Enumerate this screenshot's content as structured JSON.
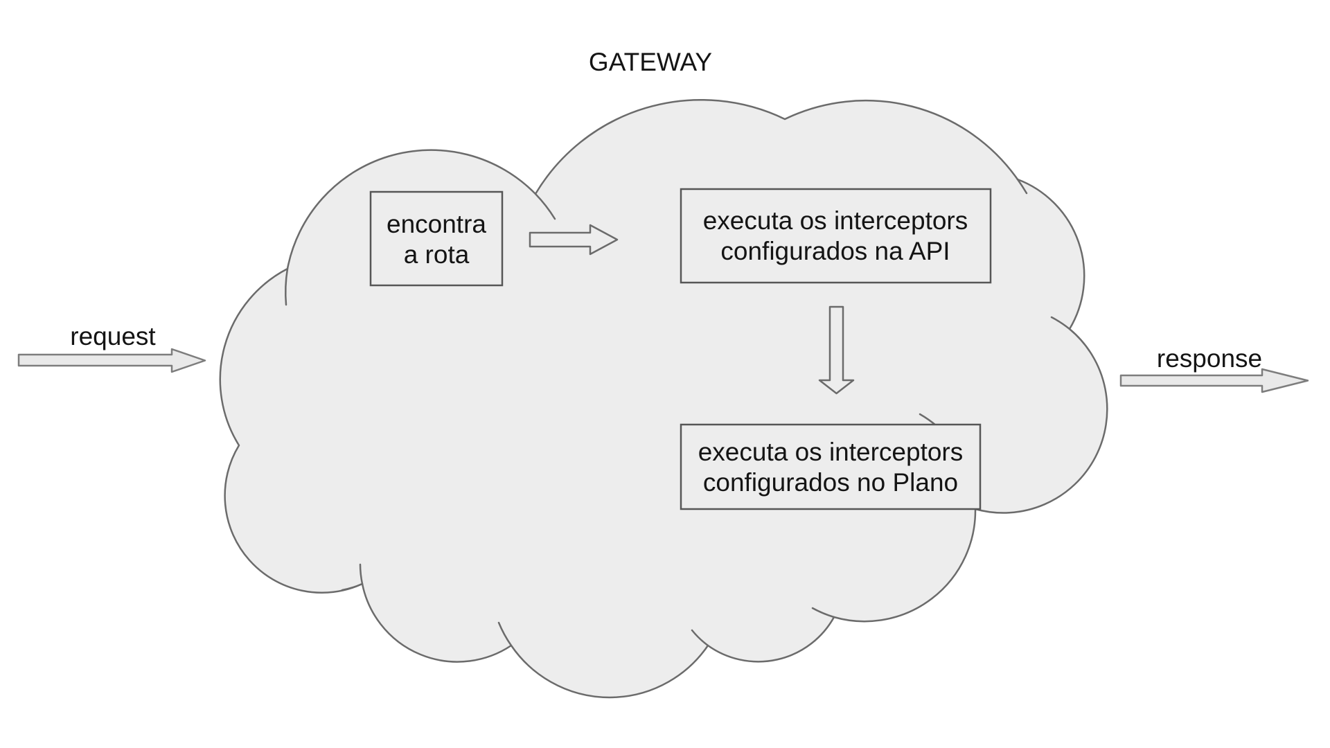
{
  "diagram": {
    "title": "GATEWAY",
    "request_label": "request",
    "response_label": "response",
    "nodes": {
      "find_route": {
        "line1": "encontra",
        "line2": "a rota"
      },
      "api_interceptors": {
        "line1": "executa os interceptors",
        "line2": "configurados na API"
      },
      "plan_interceptors": {
        "line1": "executa os interceptors",
        "line2": "configurados no Plano"
      }
    },
    "colors": {
      "background": "#ffffff",
      "cloud_fill": "#ededed",
      "cloud_stroke": "#6b6b6b",
      "box_stroke": "#565656",
      "io_arrow_fill": "#e9e9e9",
      "io_arrow_stroke": "#7d7d7d",
      "text": "#141414"
    }
  }
}
